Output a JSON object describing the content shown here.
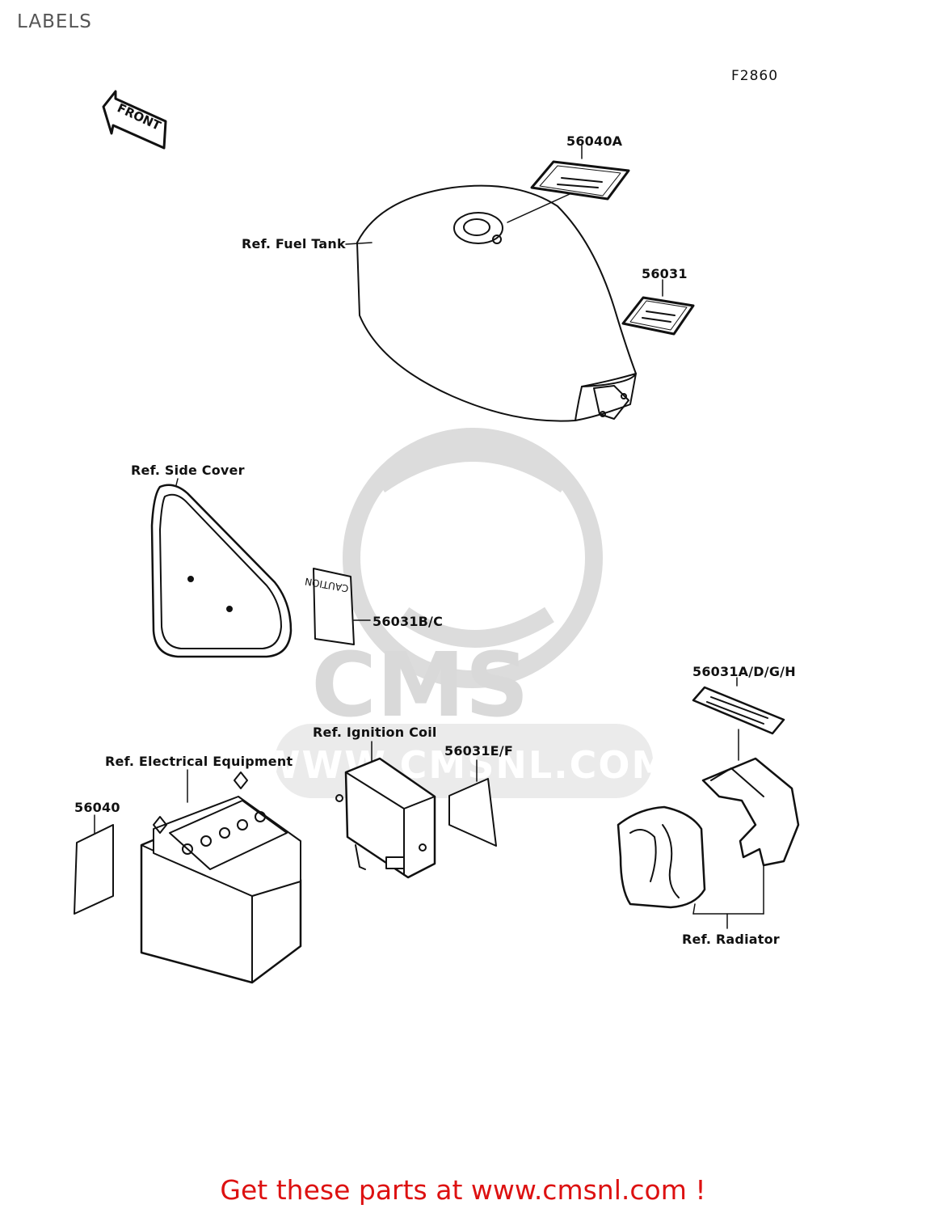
{
  "title": "LABELS",
  "figure_code": "F2860",
  "watermark": {
    "brand": "CMS",
    "site": "WWW.CMSNL.COM"
  },
  "front_arrow": "FRONT",
  "caution_label_text": "CAUTION",
  "callouts": {
    "part_56040a": "56040A",
    "ref_fuel_tank": "Ref. Fuel Tank",
    "part_56031": "56031",
    "ref_side_cover": "Ref. Side Cover",
    "part_56031bc": "56031B/C",
    "part_56031adgh": "56031A/D/G/H",
    "ref_ignition_coil": "Ref. Ignition Coil",
    "part_56031ef": "56031E/F",
    "ref_electrical_equipment": "Ref. Electrical Equipment",
    "part_56040": "56040",
    "ref_radiator": "Ref. Radiator"
  },
  "footer": "Get these parts at www.cmsnl.com !",
  "colors": {
    "footer_text": "#dd1111",
    "title_text": "#555555",
    "watermark": "#d9d9d9",
    "lines": "#111111"
  }
}
